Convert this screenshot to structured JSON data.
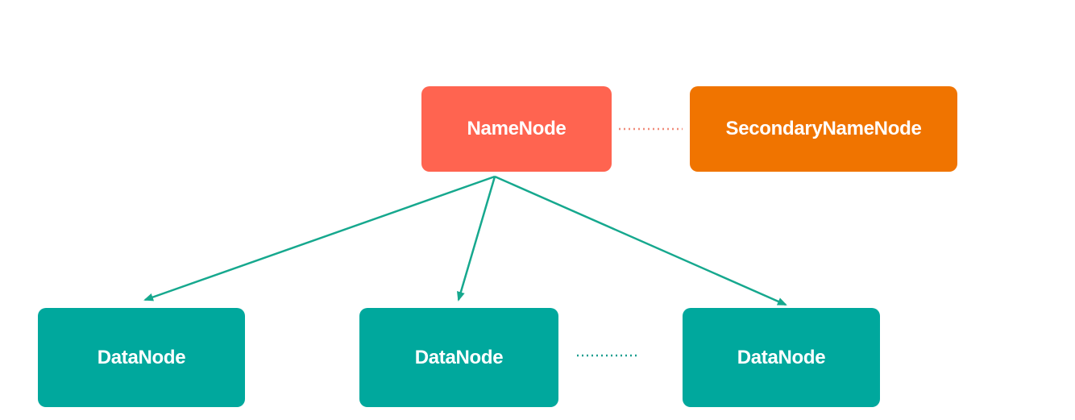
{
  "colors": {
    "namenode": "#ff6450",
    "secondary": "#f07400",
    "datanode": "#00a89d",
    "arrow": "#16a88e",
    "dotted_orange": "#f08c7a",
    "dotted_teal": "#1a9e8f"
  },
  "nodes": {
    "namenode": {
      "label": "NameNode"
    },
    "secondary": {
      "label": "SecondaryNameNode"
    },
    "datanodes": [
      {
        "label": "DataNode"
      },
      {
        "label": "DataNode"
      },
      {
        "label": "DataNode"
      }
    ]
  }
}
